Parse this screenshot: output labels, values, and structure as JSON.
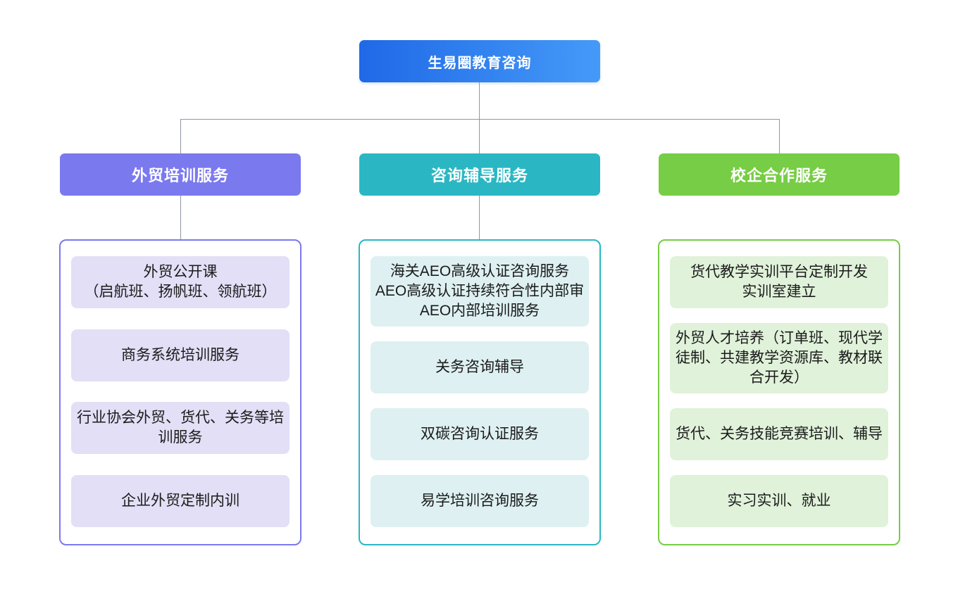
{
  "root": {
    "label": "生易圈教育咨询",
    "gradient_start": "#1f69e7",
    "gradient_end": "#459af8"
  },
  "connector_color": "#8f97a5",
  "branches": [
    {
      "id": "trade-training",
      "label": "外贸培训服务",
      "color": "#7b79ee",
      "item_bg": "#e2dff6",
      "items": [
        "外贸公开课\n（启航班、扬帆班、领航班）",
        "商务系统培训服务",
        "行业协会外贸、货代、关务等培训服务",
        "企业外贸定制内训"
      ]
    },
    {
      "id": "consulting-coaching",
      "label": "咨询辅导服务",
      "color": "#2ab7c3",
      "item_bg": "#def0f2",
      "items": [
        "海关AEO高级认证咨询服务\nAEO高级认证持续符合性内部审\nAEO内部培训服务",
        "关务咨询辅导",
        "双碳咨询认证服务",
        "易学培训咨询服务"
      ]
    },
    {
      "id": "school-enterprise",
      "label": "校企合作服务",
      "color": "#77cd45",
      "item_bg": "#e0f2da",
      "items": [
        "货代教学实训平台定制开发\n实训室建立",
        "外贸人才培养（订单班、现代学徒制、共建教学资源库、教材联合开发）",
        "货代、关务技能竞赛培训、辅导",
        "实习实训、就业"
      ]
    }
  ]
}
